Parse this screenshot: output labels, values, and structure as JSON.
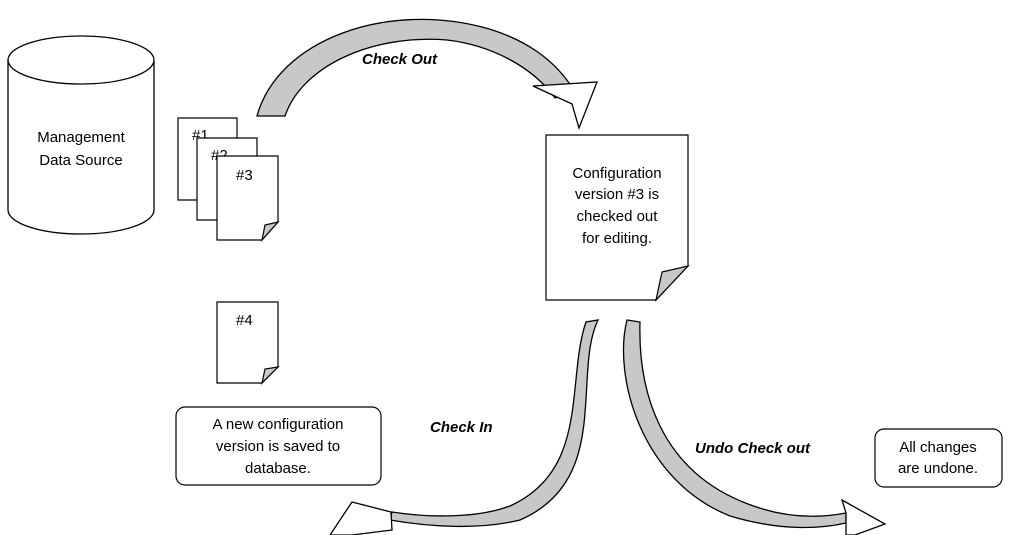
{
  "database": {
    "label_line1": "Management",
    "label_line2": "Data Source"
  },
  "versions": {
    "v1": "#1",
    "v2": "#2",
    "v3": "#3",
    "v4": "#4"
  },
  "actions": {
    "check_out": "Check Out",
    "check_in": "Check In",
    "undo_check_out": "Undo Check out"
  },
  "checked_out_doc": {
    "line1": "Configuration",
    "line2": "version #3 is",
    "line3": "checked out",
    "line4": "for editing."
  },
  "new_version_box": {
    "line1": "A new configuration",
    "line2": "version is saved to",
    "line3": "database."
  },
  "undo_box": {
    "line1": "All changes",
    "line2": "are undone."
  }
}
